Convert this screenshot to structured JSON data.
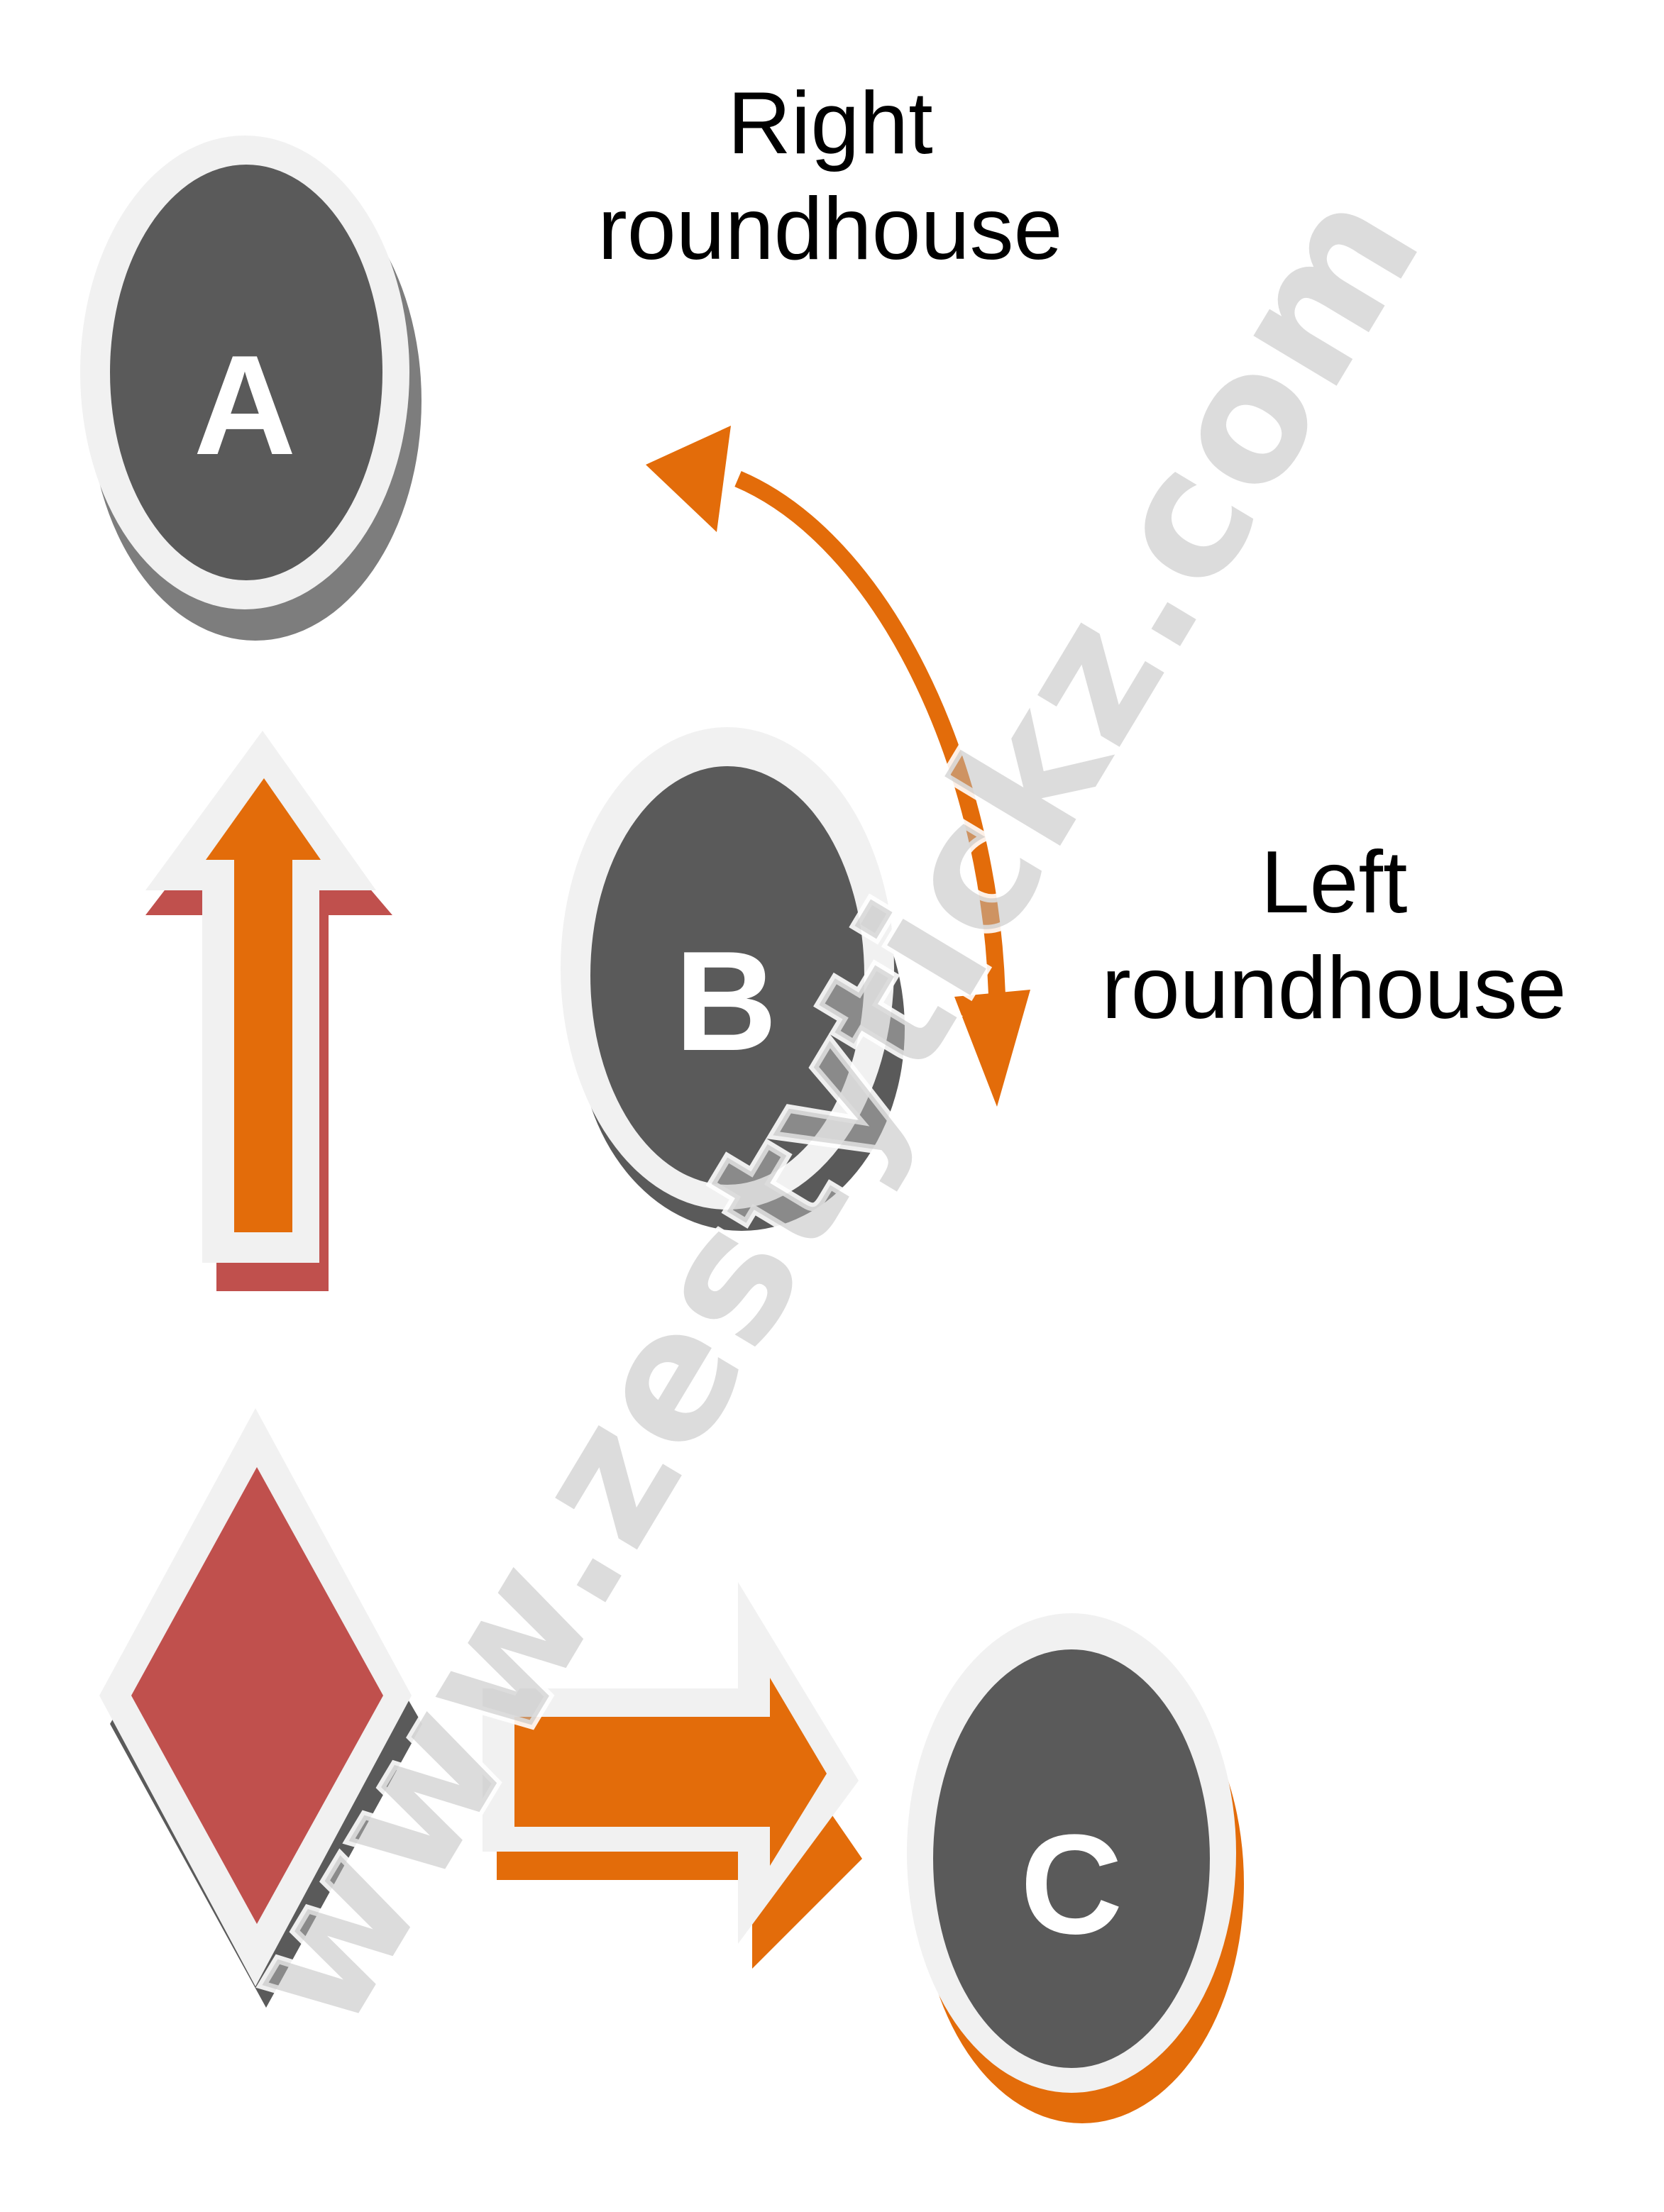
{
  "nodes": [
    {
      "id": "a",
      "letter": "A"
    },
    {
      "id": "b",
      "letter": "B"
    },
    {
      "id": "c",
      "letter": "C"
    }
  ],
  "labels": {
    "right_roundhouse": {
      "line1": "Right",
      "line2": "roundhouse"
    },
    "left_roundhouse": {
      "line1": "Left",
      "line2": "roundhouse"
    }
  },
  "watermark": "www.zestytickz.com",
  "colors": {
    "circle_fill": "#5a5a5a",
    "ring": "#f1f1f1",
    "shadow_gray": "#7d7d7d",
    "orange": "#e36c0a",
    "red": "#c0504d",
    "letter": "#ffffff",
    "text": "#000000"
  },
  "icons": {
    "up_arrow": "arrow-up-icon",
    "right_arrow": "arrow-right-icon",
    "diamond": "diamond-icon",
    "curved_arrow": "curved-double-arrow-icon"
  }
}
